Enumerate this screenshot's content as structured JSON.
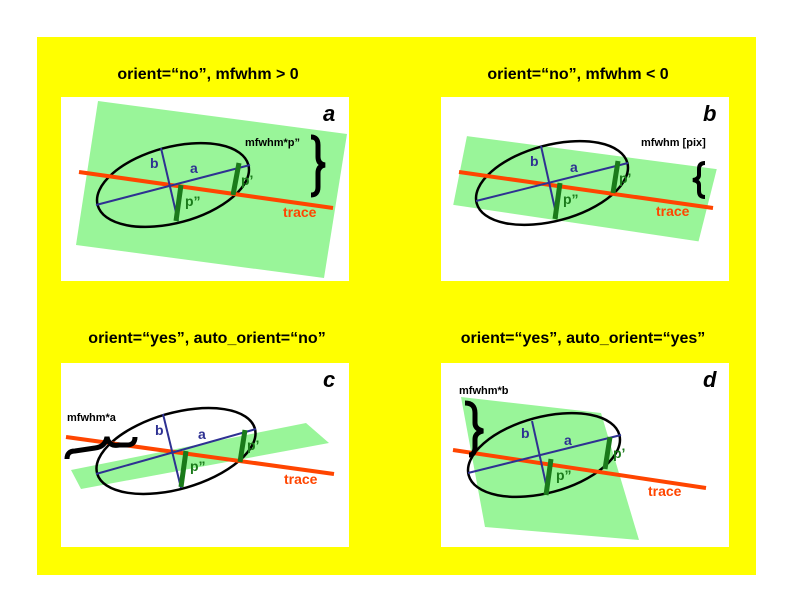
{
  "colors": {
    "background": "#ffff00",
    "panel": "#ffffff",
    "aperture": "#99f599",
    "trace": "#ff4500",
    "axes": "#2e3192",
    "profile": "#1a7a1a",
    "ellipse": "#000000"
  },
  "panels": [
    {
      "caption": "orient=“no”, mfwhm > 0",
      "letter": "a",
      "width_label": "mfwhm*p”",
      "axis_a": "a",
      "axis_b": "b",
      "p_prime": "p’",
      "p_dprime": "p”",
      "trace": "trace"
    },
    {
      "caption": "orient=“no”, mfwhm < 0",
      "letter": "b",
      "width_label": "mfwhm [pix]",
      "axis_a": "a",
      "axis_b": "b",
      "p_prime": "p’",
      "p_dprime": "p”",
      "trace": "trace"
    },
    {
      "caption": "orient=“yes”, auto_orient=“no”",
      "letter": "c",
      "width_label": "mfwhm*a",
      "axis_a": "a",
      "axis_b": "b",
      "p_prime": "p’",
      "p_dprime": "p”",
      "trace": "trace"
    },
    {
      "caption": "orient=“yes”, auto_orient=“yes”",
      "letter": "d",
      "width_label": "mfwhm*b",
      "axis_a": "a",
      "axis_b": "b",
      "p_prime": "p’",
      "p_dprime": "p”",
      "trace": "trace"
    }
  ]
}
